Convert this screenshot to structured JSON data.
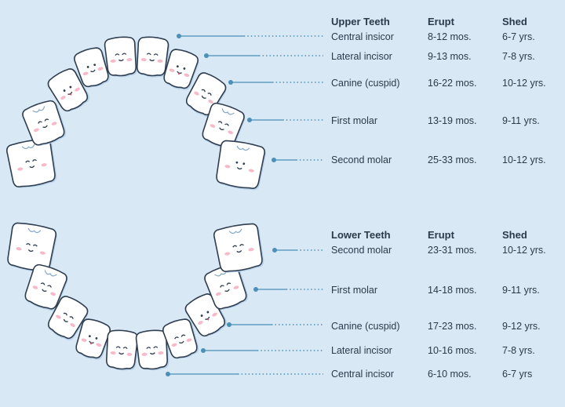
{
  "upper": {
    "title": "Upper Teeth",
    "erupt_header": "Erupt",
    "shed_header": "Shed",
    "rows": [
      {
        "name": "Central insicor",
        "erupt": "8-12 mos.",
        "shed": "6-7 yrs."
      },
      {
        "name": "Lateral incisor",
        "erupt": "9-13 mos.",
        "shed": "7-8 yrs."
      },
      {
        "name": "Canine (cuspid)",
        "erupt": "16-22 mos.",
        "shed": "10-12 yrs."
      },
      {
        "name": "First molar",
        "erupt": "13-19 mos.",
        "shed": "9-11 yrs."
      },
      {
        "name": "Second molar",
        "erupt": "25-33 mos.",
        "shed": "10-12 yrs."
      }
    ]
  },
  "lower": {
    "title": "Lower Teeth",
    "erupt_header": "Erupt",
    "shed_header": "Shed",
    "rows": [
      {
        "name": "Second molar",
        "erupt": "23-31 mos.",
        "shed": "10-12 yrs."
      },
      {
        "name": "First molar",
        "erupt": "14-18 mos.",
        "shed": "9-11 yrs."
      },
      {
        "name": "Canine (cuspid)",
        "erupt": "17-23 mos.",
        "shed": "9-12 yrs."
      },
      {
        "name": "Lateral incisor",
        "erupt": "10-16 mos.",
        "shed": "7-8 yrs."
      },
      {
        "name": "Central incisor",
        "erupt": "6-10 mos.",
        "shed": "6-7 yrs"
      }
    ]
  },
  "colors": {
    "background": "#d8e8f5",
    "tooth_fill": "#ffffff",
    "tooth_outline": "#2e3d4f",
    "leader": "#4a90b8",
    "cheek": "#f7b8c8",
    "tongue": "#e84a6a"
  }
}
